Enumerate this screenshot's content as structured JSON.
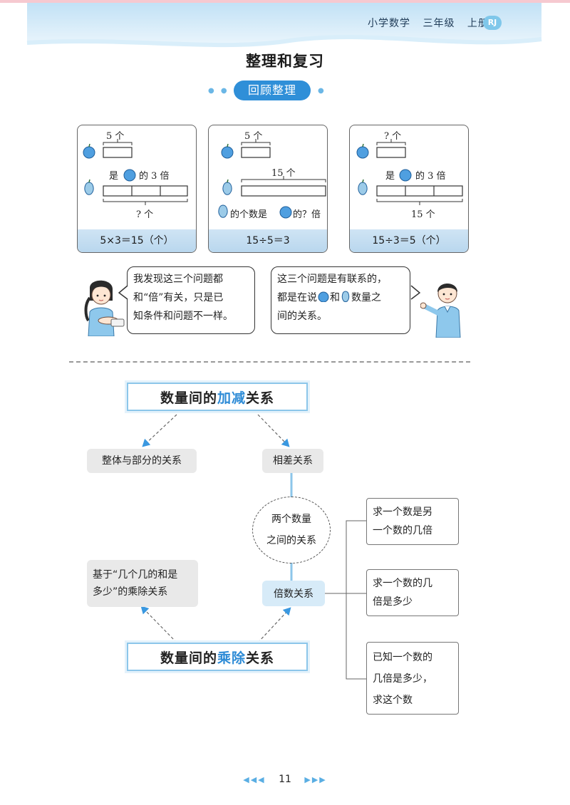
{
  "header": {
    "subject": "小学数学",
    "grade": "三年级",
    "volume": "上册",
    "badge": "RJ"
  },
  "title": "整理和复习",
  "section_pill": "回顾整理",
  "cards": [
    {
      "top_label": "5 个",
      "mid_label": "是",
      "mid_label_2": "的 3 倍",
      "bottom_label": "? 个",
      "formula": "5×3＝15（个）"
    },
    {
      "top_label": "5 个",
      "mid_label": "15 个",
      "bottom_label": "的个数是",
      "bottom_label_2": "的？倍",
      "formula": "15÷5＝3"
    },
    {
      "top_label": "? 个",
      "mid_label": "是",
      "mid_label_2": "的 3 倍",
      "bottom_label": "15 个",
      "formula": "15÷3＝5（个）"
    }
  ],
  "girl_bubble": [
    "我发现这三个问题都",
    "和“倍”有关，只是已",
    "知条件和问题不一样。"
  ],
  "boy_bubble": {
    "line1": "这三个问题是有联系的，",
    "line2_a": "都是在说",
    "line2_b": "和",
    "line2_c": "数量之",
    "line3": "间的关系。"
  },
  "map": {
    "banner_add": {
      "pre": "数量间的",
      "accent": "加减",
      "post": "关系"
    },
    "banner_mul": {
      "pre": "数量间的",
      "accent": "乘除",
      "post": "关系"
    },
    "whole_part": "整体与部分的关系",
    "difference": "相差关系",
    "center": [
      "两个数量",
      "之间的关系"
    ],
    "multiple": "倍数关系",
    "based_on": [
      "基于“几个几的和是",
      "多少”的乘除关系"
    ],
    "case1": [
      "求一个数是另",
      "一个数的几倍"
    ],
    "case2": [
      "求一个数的几",
      "倍是多少"
    ],
    "case3": [
      "已知一个数的",
      "几倍是多少，",
      "求这个数"
    ]
  },
  "page_number": "11",
  "colors": {
    "accent": "#2d8bd6",
    "header_sky": "#cfe7f7",
    "apple": "#4f9fe0",
    "pear": "#9ccbe8"
  }
}
